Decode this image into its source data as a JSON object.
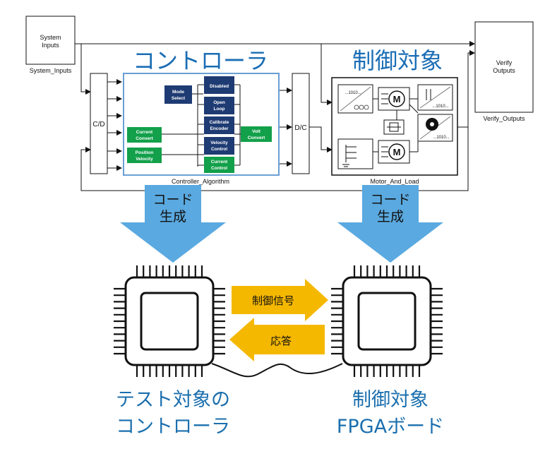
{
  "model": {
    "system_inputs": {
      "block_text": [
        "System",
        "Inputs"
      ],
      "caption": "System_Inputs"
    },
    "verify_outputs": {
      "block_text": [
        "Verify",
        "Outputs"
      ],
      "caption": "Verify_Outputs"
    },
    "cd_label": "C/D",
    "dc_label": "D/C",
    "controller": {
      "title": "コントローラ",
      "caption": "Controller_Algorithm",
      "blocks": {
        "mode_select": [
          "Mode",
          "Select"
        ],
        "disabled": [
          "Disabled"
        ],
        "open_loop": [
          "Open",
          "Loop"
        ],
        "calibrate_encoder": [
          "Calibrate",
          "Encoder"
        ],
        "velocity_control": [
          "Velocity",
          "Control"
        ],
        "current_control": [
          "Current",
          "Control"
        ],
        "current_convert": [
          "Current",
          "Convert"
        ],
        "position_velocity": [
          "Position",
          "Velocity"
        ],
        "volt_convert": [
          "Volt",
          "Convert"
        ]
      }
    },
    "plant": {
      "title": "制御対象",
      "caption": "Motor_And_Load",
      "motor_letter": "M",
      "bits_label": "...1010..."
    }
  },
  "codegen": {
    "line1": "コード",
    "line2": "生成"
  },
  "signals": {
    "control": "制御信号",
    "response": "応答"
  },
  "hardware": {
    "controller_label": [
      "テスト対象の",
      "コントローラ"
    ],
    "plant_label": [
      "制御対象",
      "FPGAボード"
    ]
  },
  "colors": {
    "navy": "#1f3b73",
    "green": "#12a04a",
    "title_blue": "#1a6db5",
    "arrow_blue": "#5aa9e0",
    "arrow_orange": "#f5b800",
    "chip_label": "#1b6fae"
  }
}
